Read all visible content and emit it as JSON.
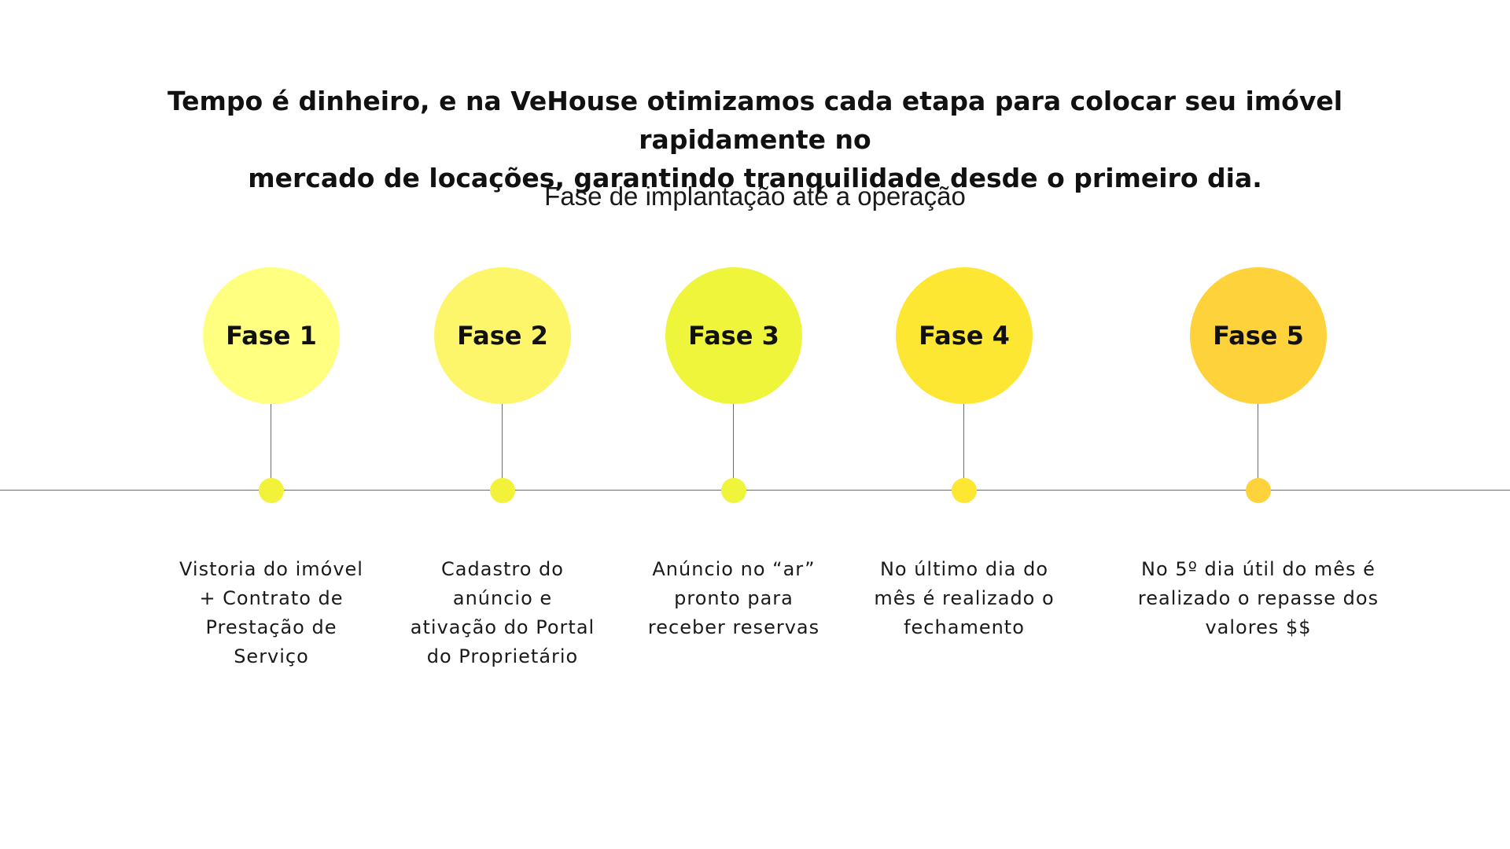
{
  "header": {
    "headline_line1": "Tempo é dinheiro, e na VeHouse otimizamos cada etapa para colocar seu imóvel rapidamente no",
    "headline_line2": "mercado de locações, garantindo tranquilidade desde o primeiro dia.",
    "subtitle": "Fase de implantação até a operação"
  },
  "timeline": {
    "line_color": "#6b6b6b",
    "phases": [
      {
        "label": "Fase 1",
        "description": "Vistoria do imóvel\n+ Contrato de\nPrestação de\nServiço",
        "circle_color": "#ffff80",
        "dot_color": "#f2f23a"
      },
      {
        "label": "Fase 2",
        "description": "Cadastro do\nanúncio e\nativação do Portal\ndo Proprietário",
        "circle_color": "#fdf66a",
        "dot_color": "#f2f23a"
      },
      {
        "label": "Fase 3",
        "description": "Anúncio no “ar”\npronto para\nreceber reservas",
        "circle_color": "#eef53a",
        "dot_color": "#eef53a"
      },
      {
        "label": "Fase 4",
        "description": "No último dia do\nmês é realizado o\nfechamento",
        "circle_color": "#fee733",
        "dot_color": "#fee733"
      },
      {
        "label": "Fase 5",
        "description": "No 5º dia útil do mês  é\nrealizado o repasse dos\nvalores $$",
        "circle_color": "#fed23a",
        "dot_color": "#fed23a"
      }
    ]
  }
}
